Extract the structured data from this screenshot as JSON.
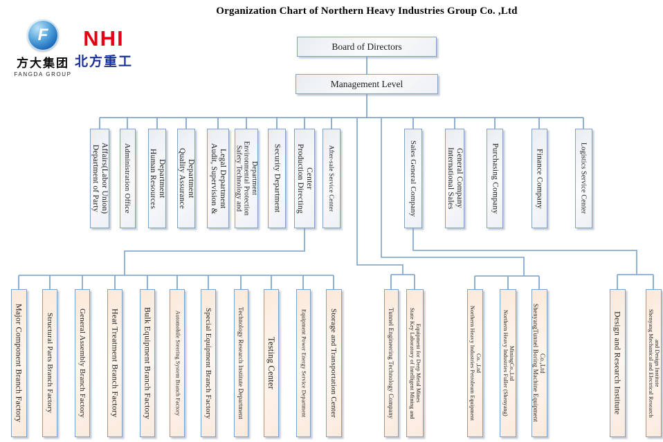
{
  "title": "Organization Chart of Northern Heavy Industries  Group Co. ,Ltd",
  "logos": {
    "fangda": {
      "symbol": "F",
      "cn": "方大集团",
      "en": "FANGDA GROUP"
    },
    "nhi": {
      "abbr": "NHI",
      "cn": "北方重工"
    }
  },
  "colors": {
    "node_border": "#7ea3c9",
    "level12_fill": "#f1f3f7",
    "level3_fill": "#fcefe3",
    "connector": "#6d96c2",
    "nhi_red": "#e60013",
    "nhi_blue": "#17309c",
    "fangda_blue": "#1565b8",
    "title_color": "#000000"
  },
  "nodes": {
    "board": "Board of Directors",
    "management": "Management Level",
    "level2": [
      "Department of Party\nAffairs(Labor Union)",
      "Administration Office",
      "Human Resources\nDepartment",
      "Quality Assurance\nDepartment",
      "Audit, Supervision &\nLegal Department",
      "Safety Technology and\nEnvironmental Protection\nDepartment",
      "Security Department",
      "Production Directing\nCenter",
      "After-sale Service Center",
      "Sales General Company",
      "International Sales\nGeneral Company",
      "Purchasing Company",
      "Finance Company",
      "Logistics Service Center"
    ],
    "level3": [
      "Major Component Branch Factory",
      "Structural Parts Branch Factory",
      "General Assembly Branch Factory",
      "Heat Treatment Branch Factory",
      "Bulk Equipment Branch Factory",
      "Automobile Steering System Branch Factory",
      "Special Equipment Branch Factory",
      "Technology Research Institute Department",
      "Testing Center",
      "Equipment Power Energy Service Department",
      "Storage and Transportation Center",
      "Tunnel Engineering Technology Company",
      "State Key Laboratory of Intelligent Mining and\nEquipment for Deep Metal Mines",
      "Northern Heavy Industries Petroleum Equipment\nCo. ,Ltd",
      "Northern Heavy Industries Fuller (Shenyang)\nMiningCo.,Ltd",
      "ShenyangTunnel Boring Machine Equipment\nCo.,Ltd",
      "Design and Research Institute",
      "Shenyang Mechanical and Electrical Research\nand Design Institute"
    ]
  },
  "links": [
    {
      "from": "board",
      "to": "management"
    },
    {
      "from": "management",
      "to": "level2:0-13"
    },
    {
      "from": "level2:7",
      "to": "level3:0-10"
    },
    {
      "from": "management",
      "to": "level3:11-12"
    },
    {
      "from": "management",
      "to": "level3:13-15"
    },
    {
      "from": "level2:9",
      "to": "level3:16-17"
    }
  ]
}
